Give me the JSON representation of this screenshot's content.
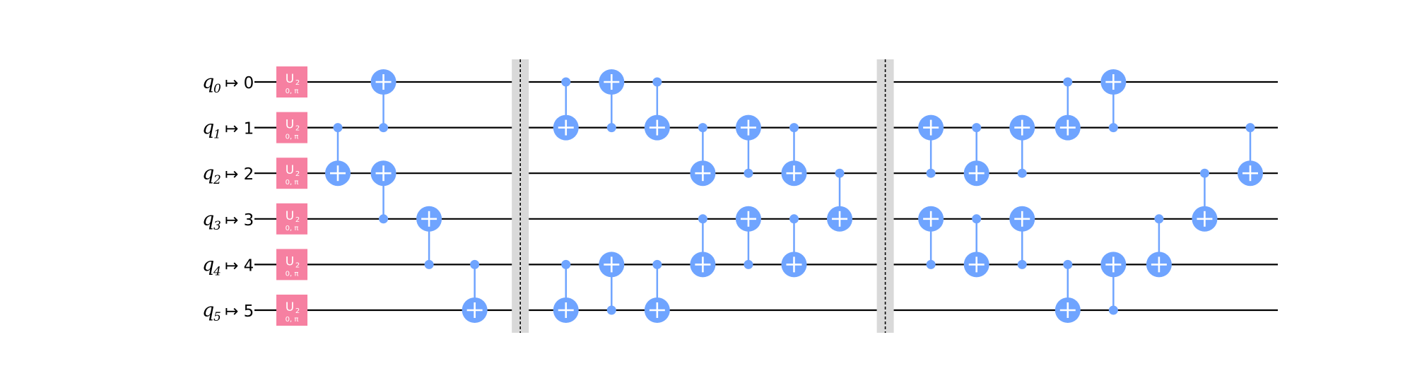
{
  "colors": {
    "u2_gate": "#f680a1",
    "cx_gate": "#6fa4ff",
    "barrier": "#d9d9d9",
    "wire": "#000000",
    "background": "#ffffff"
  },
  "qubits": [
    {
      "label": "q",
      "sub": "0",
      "map": "↦ 0"
    },
    {
      "label": "q",
      "sub": "1",
      "map": "↦ 1"
    },
    {
      "label": "q",
      "sub": "2",
      "map": "↦ 2"
    },
    {
      "label": "q",
      "sub": "3",
      "map": "↦ 3"
    },
    {
      "label": "q",
      "sub": "4",
      "map": "↦ 4"
    },
    {
      "label": "q",
      "sub": "5",
      "map": "↦ 5"
    }
  ],
  "u2_gates": [
    {
      "qubit": 0,
      "name": "U",
      "sub": "2",
      "params": "0, π"
    },
    {
      "qubit": 1,
      "name": "U",
      "sub": "2",
      "params": "0, π"
    },
    {
      "qubit": 2,
      "name": "U",
      "sub": "2",
      "params": "0, π"
    },
    {
      "qubit": 3,
      "name": "U",
      "sub": "2",
      "params": "0, π"
    },
    {
      "qubit": 4,
      "name": "U",
      "sub": "2",
      "params": "0, π"
    },
    {
      "qubit": 5,
      "name": "U",
      "sub": "2",
      "params": "0, π"
    }
  ],
  "cx_gates": [
    {
      "step": 1,
      "control": 1,
      "target": 2
    },
    {
      "step": 2,
      "control": 1,
      "target": 0
    },
    {
      "step": 2,
      "control": 3,
      "target": 2
    },
    {
      "step": 3,
      "control": 4,
      "target": 3
    },
    {
      "step": 4,
      "control": 4,
      "target": 5
    },
    {
      "step": 6,
      "control": 0,
      "target": 1
    },
    {
      "step": 6,
      "control": 4,
      "target": 5
    },
    {
      "step": 7,
      "control": 1,
      "target": 0
    },
    {
      "step": 7,
      "control": 5,
      "target": 4
    },
    {
      "step": 8,
      "control": 0,
      "target": 1
    },
    {
      "step": 8,
      "control": 4,
      "target": 5
    },
    {
      "step": 9,
      "control": 1,
      "target": 2
    },
    {
      "step": 9,
      "control": 3,
      "target": 4
    },
    {
      "step": 10,
      "control": 2,
      "target": 1
    },
    {
      "step": 10,
      "control": 4,
      "target": 3
    },
    {
      "step": 11,
      "control": 1,
      "target": 2
    },
    {
      "step": 11,
      "control": 3,
      "target": 4
    },
    {
      "step": 12,
      "control": 2,
      "target": 3
    },
    {
      "step": 14,
      "control": 2,
      "target": 1
    },
    {
      "step": 14,
      "control": 4,
      "target": 3
    },
    {
      "step": 15,
      "control": 1,
      "target": 2
    },
    {
      "step": 15,
      "control": 3,
      "target": 4
    },
    {
      "step": 16,
      "control": 2,
      "target": 1
    },
    {
      "step": 16,
      "control": 4,
      "target": 3
    },
    {
      "step": 17,
      "control": 0,
      "target": 1
    },
    {
      "step": 17,
      "control": 4,
      "target": 5
    },
    {
      "step": 18,
      "control": 1,
      "target": 0
    },
    {
      "step": 18,
      "control": 5,
      "target": 4
    },
    {
      "step": 19,
      "control": 3,
      "target": 4
    },
    {
      "step": 20,
      "control": 2,
      "target": 3
    },
    {
      "step": 21,
      "control": 1,
      "target": 2
    }
  ],
  "barriers": [
    {
      "step": 5
    },
    {
      "step": 13
    }
  ]
}
